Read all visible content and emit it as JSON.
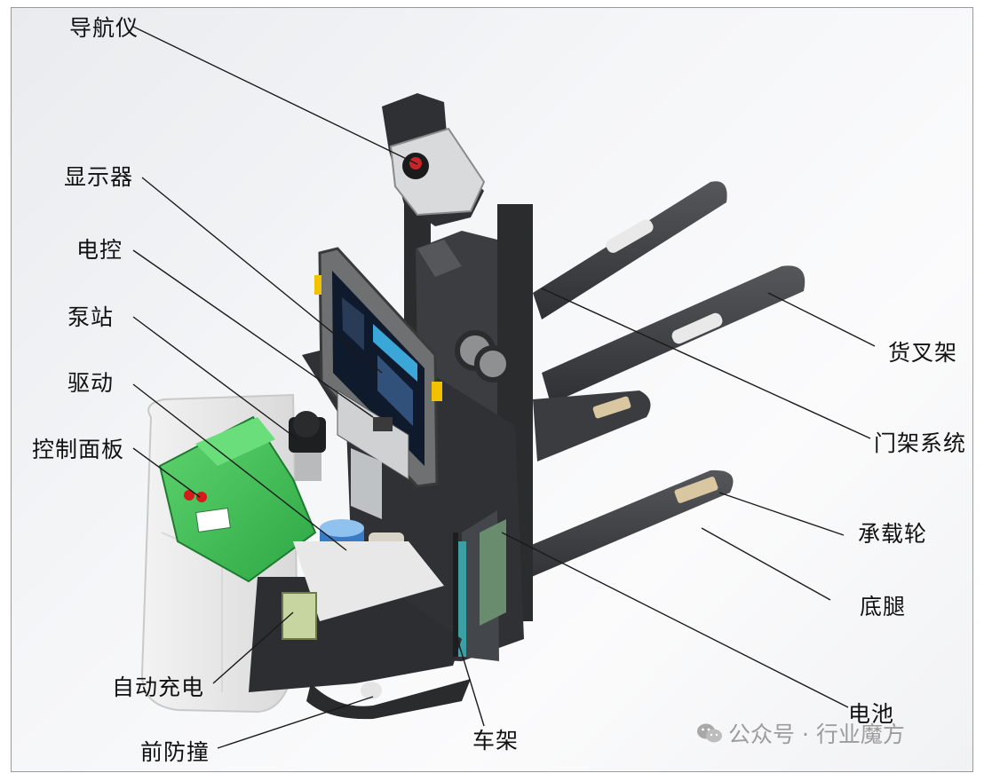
{
  "labels": {
    "navigator": "导航仪",
    "display": "显示器",
    "electric_control": "电控",
    "pump_station": "泵站",
    "drive": "驱动",
    "control_panel": "控制面板",
    "auto_charging": "自动充电",
    "front_bumper": "前防撞",
    "frame": "车架",
    "battery": "电池",
    "outrigger": "底腿",
    "load_wheel": "承载轮",
    "mast_system": "门架系统",
    "fork_carriage": "货叉架"
  },
  "watermark": "公众号 · 行业魔方",
  "icons": {
    "watermark_icon": "wechat-icon"
  },
  "colors": {
    "body_green": "#3fbf55",
    "frame_dark": "#2b2c2e",
    "accent_yellow": "#f2c200",
    "label_text": "#111111",
    "watermark_text": "#9c9c9c"
  }
}
